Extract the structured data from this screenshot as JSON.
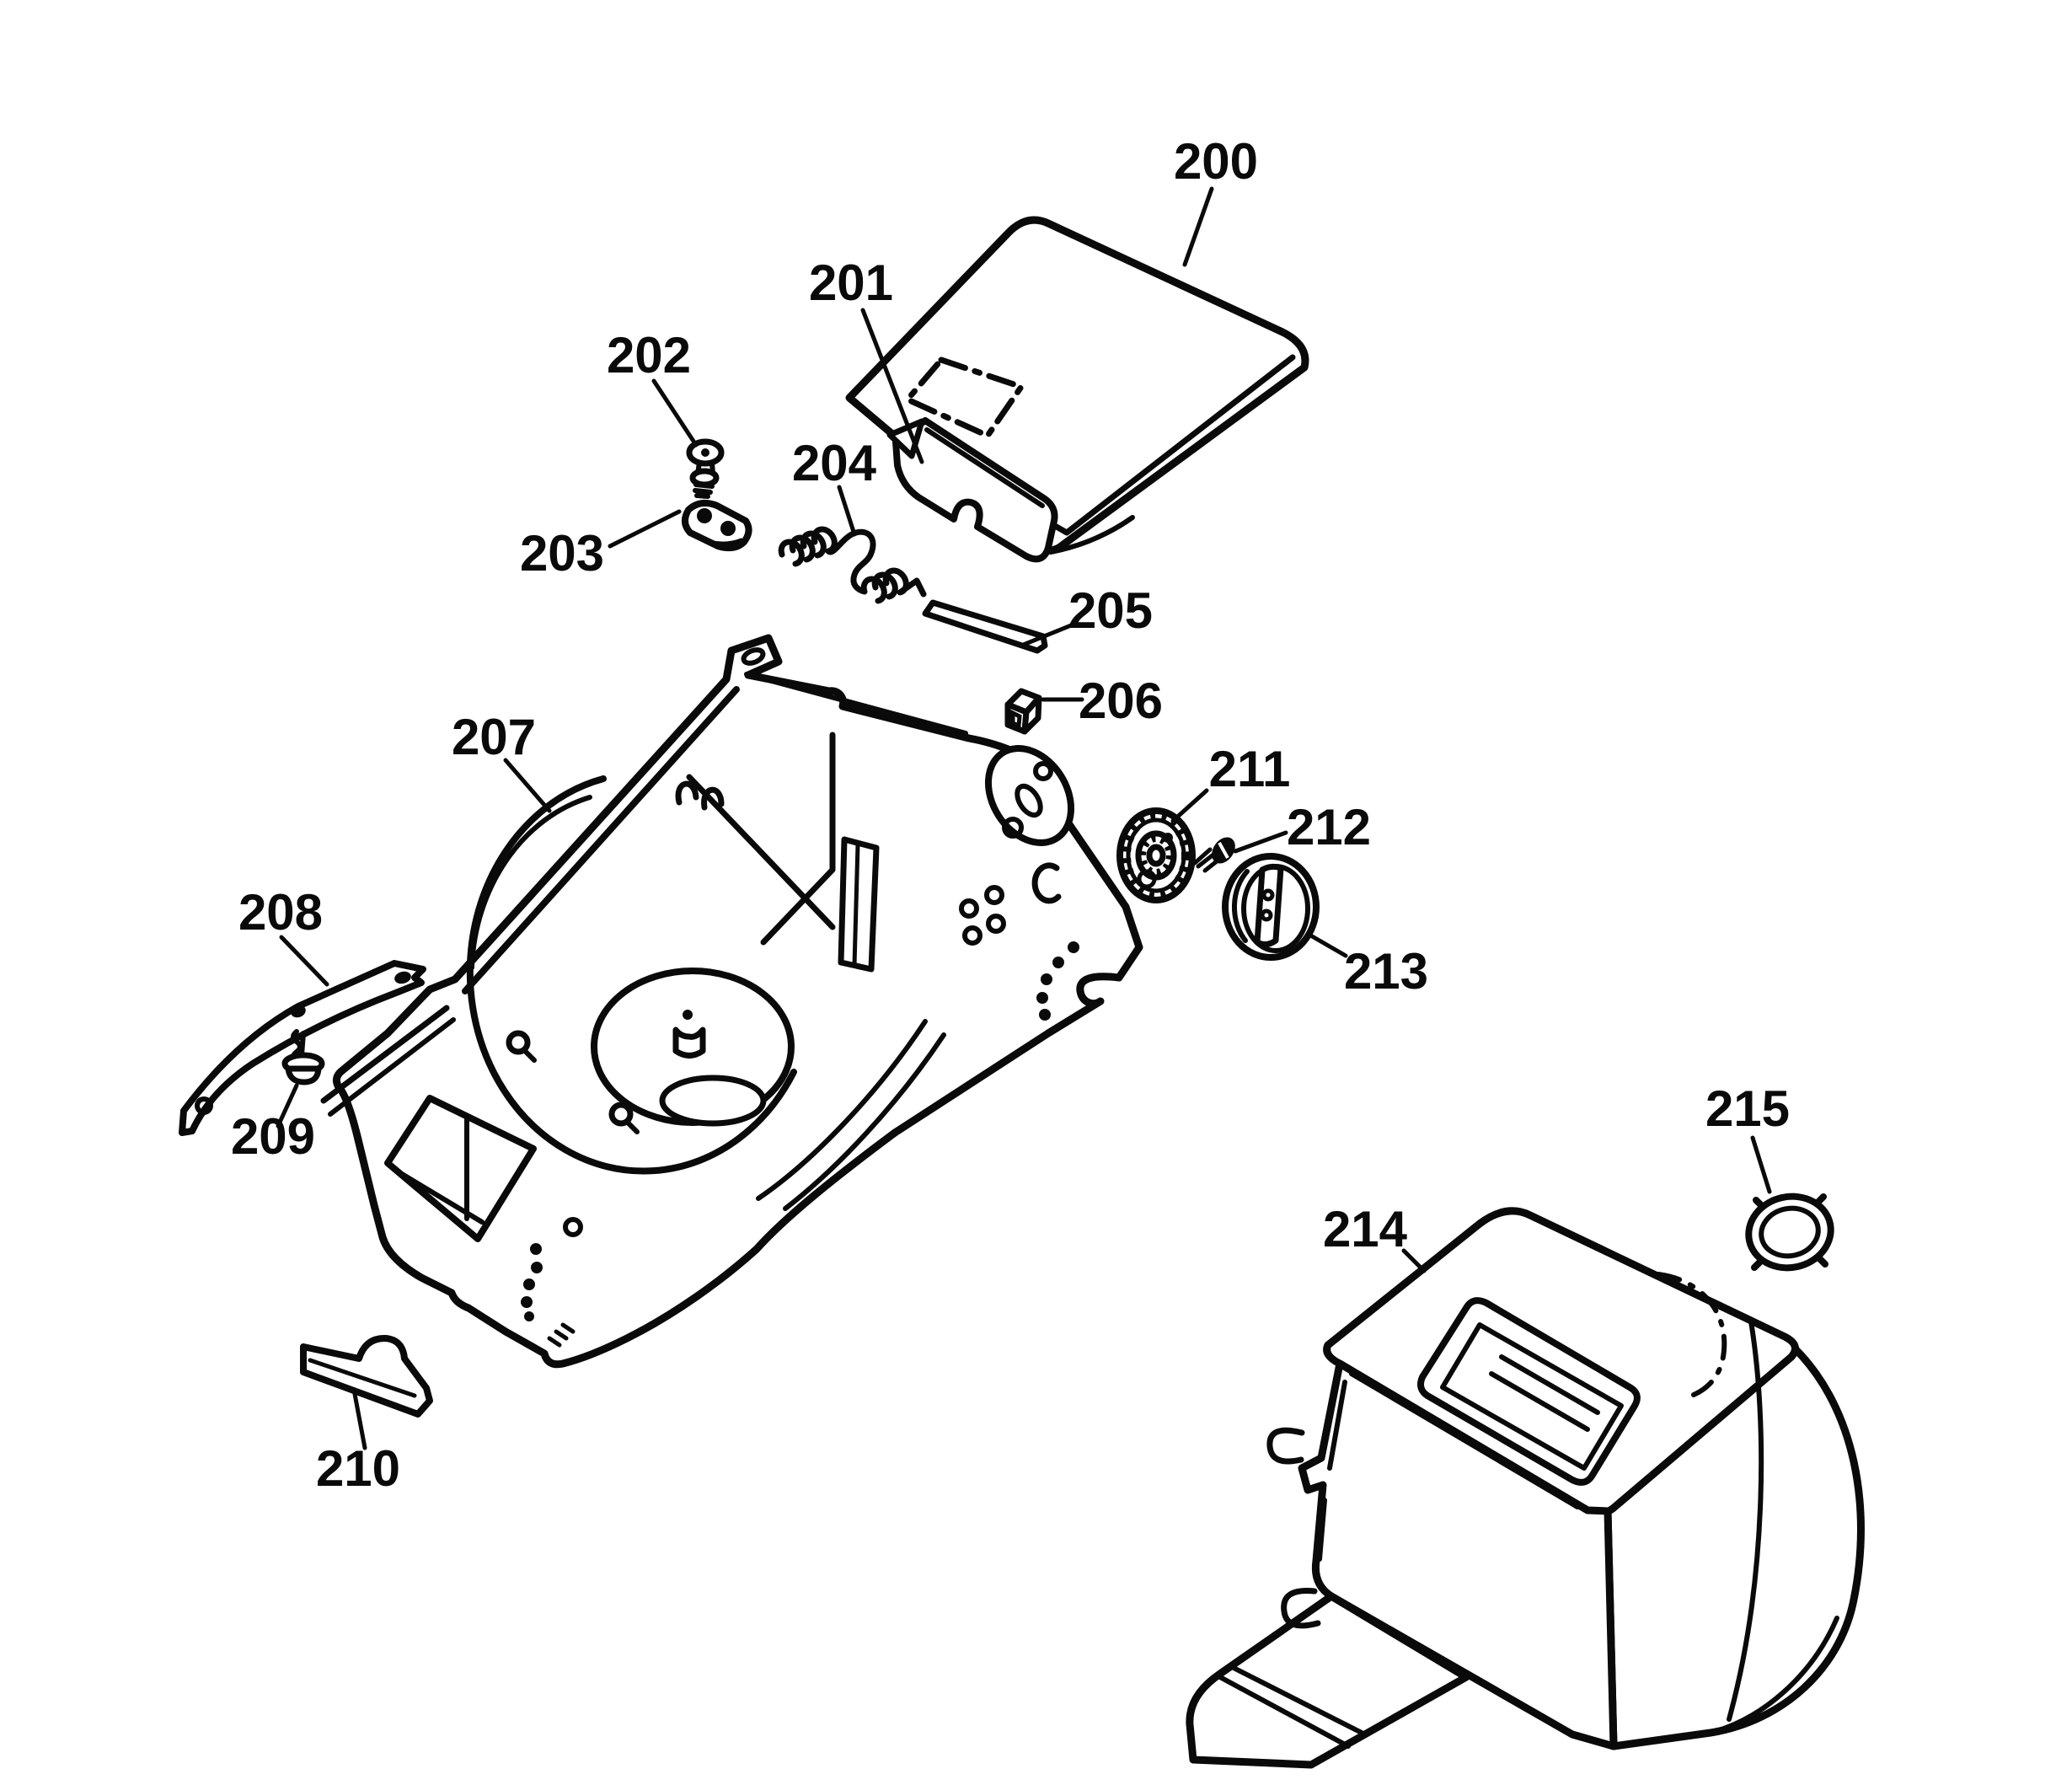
{
  "diagram": {
    "background": "#ffffff",
    "line_color": "#0a0a0a",
    "callouts": {
      "c200": {
        "label": "200"
      },
      "c201": {
        "label": "201"
      },
      "c202": {
        "label": "202"
      },
      "c203": {
        "label": "203"
      },
      "c204": {
        "label": "204"
      },
      "c205": {
        "label": "205"
      },
      "c206": {
        "label": "206"
      },
      "c207": {
        "label": "207"
      },
      "c208": {
        "label": "208"
      },
      "c209": {
        "label": "209"
      },
      "c210": {
        "label": "210"
      },
      "c211": {
        "label": "211"
      },
      "c212": {
        "label": "212"
      },
      "c213": {
        "label": "213"
      },
      "c214": {
        "label": "214"
      },
      "c215": {
        "label": "215"
      }
    }
  }
}
